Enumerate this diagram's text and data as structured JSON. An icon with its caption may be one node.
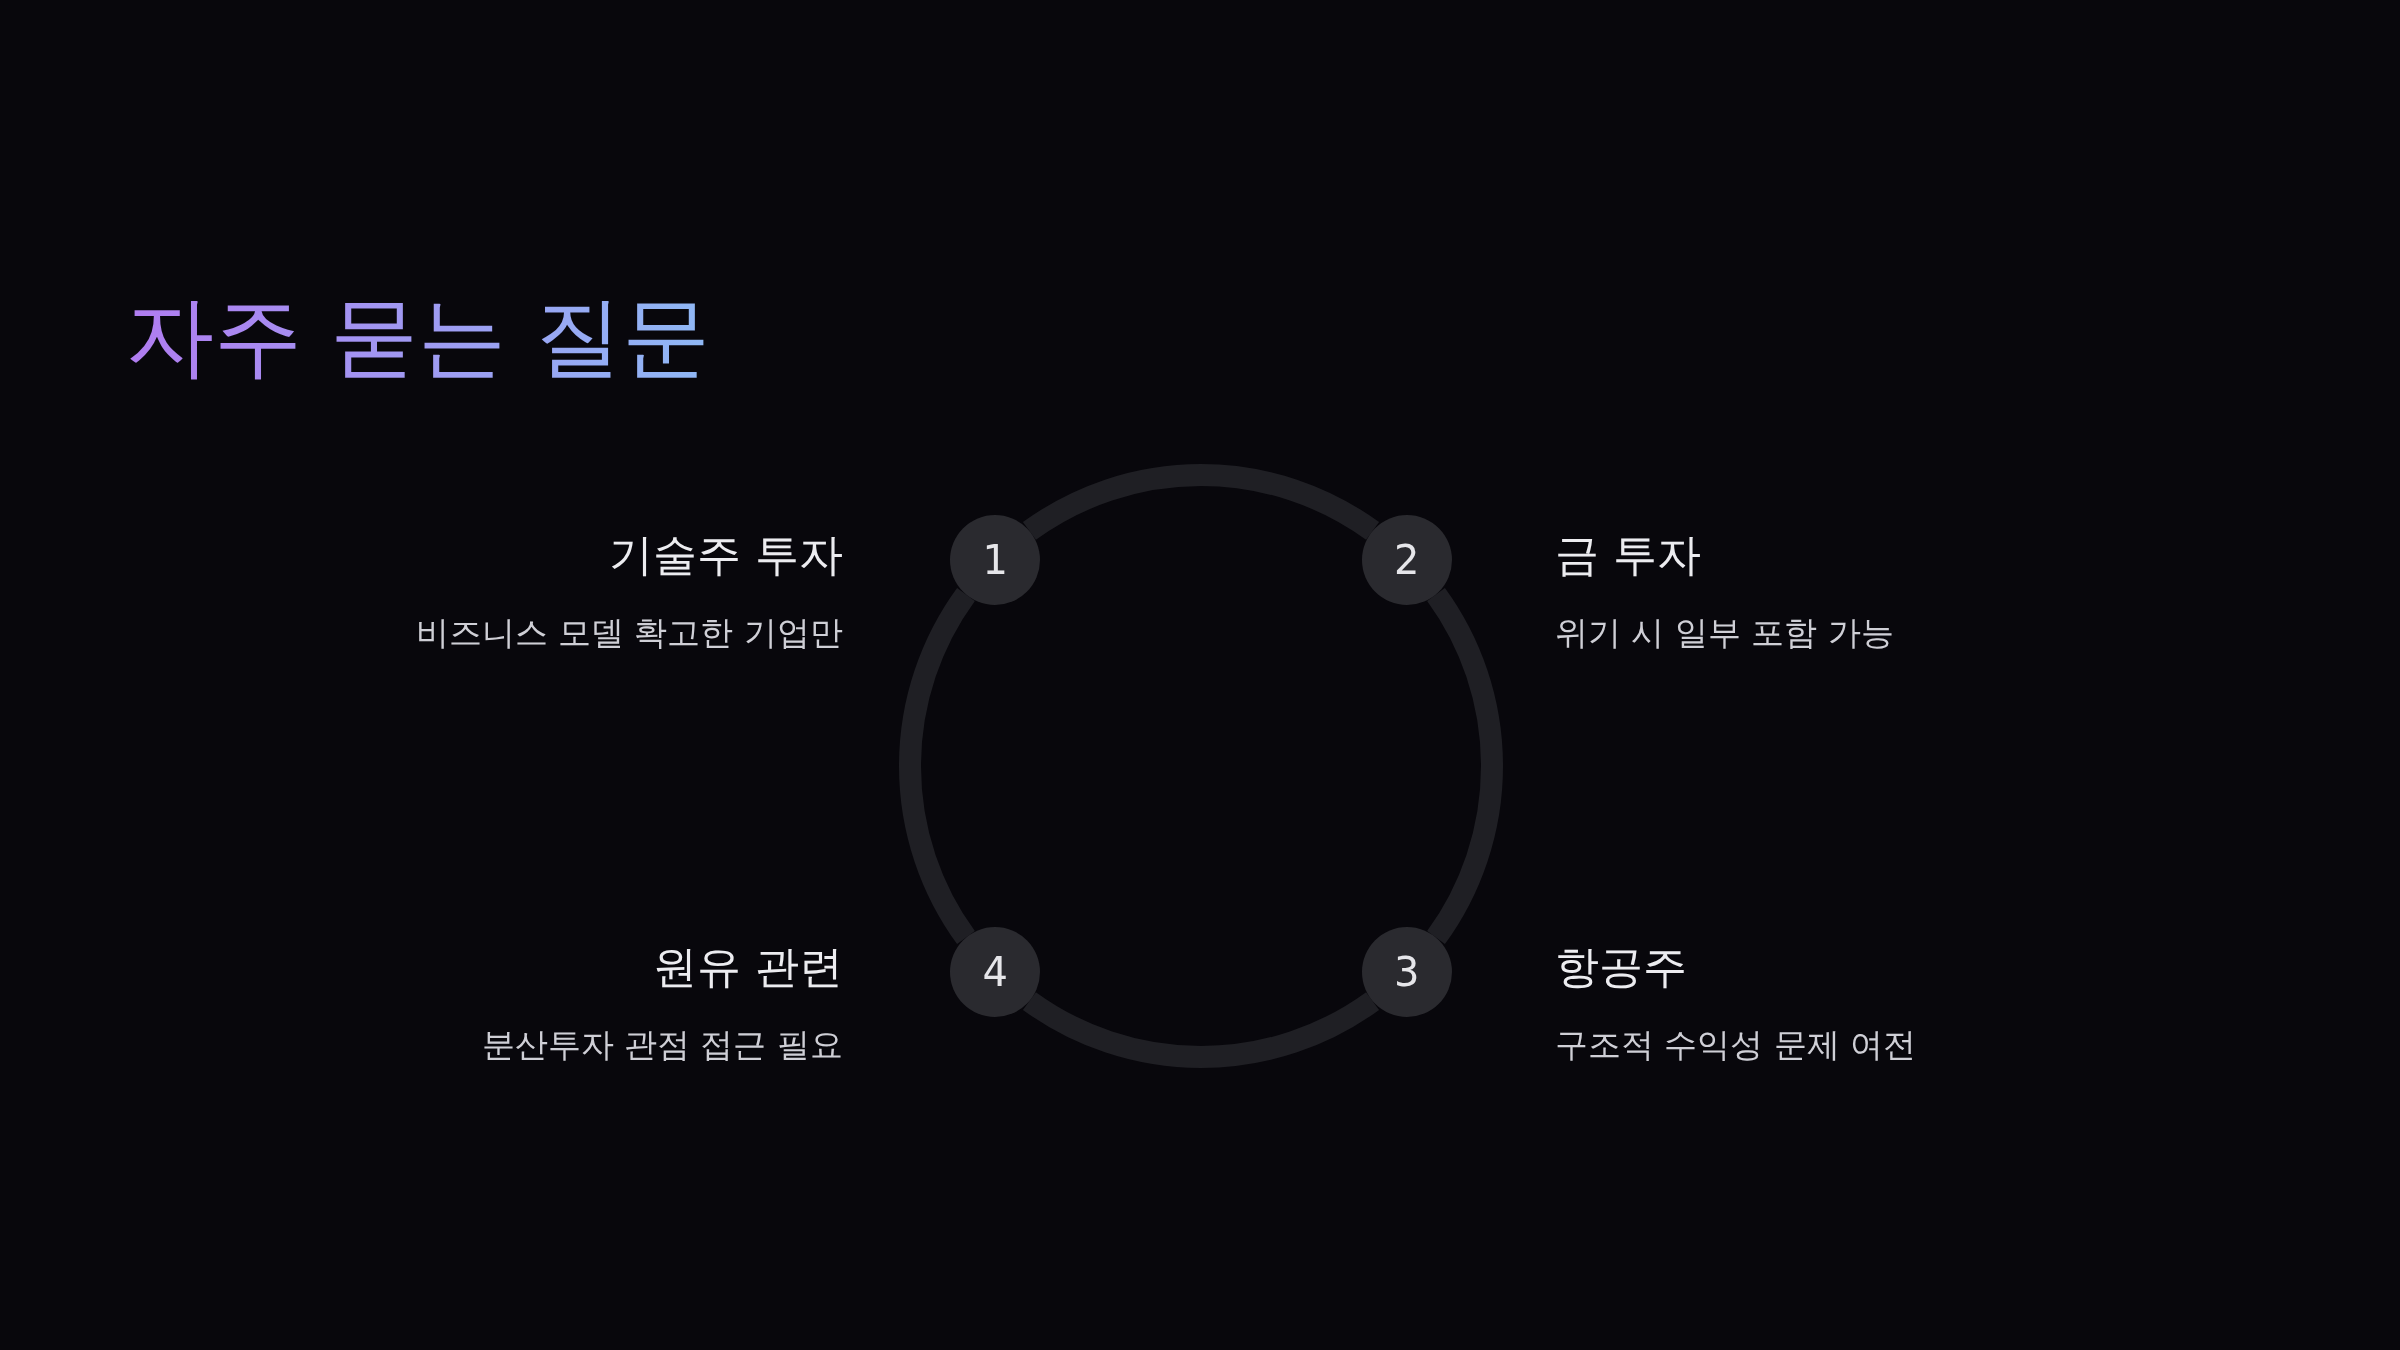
{
  "diagram": {
    "title": "자주 묻는 질문",
    "nodes": [
      {
        "text": [
          "1"
        ],
        "beside": [
          "기술주 투자",
          "비즈니스 모델 확고한 기업만"
        ]
      },
      {
        "text": [
          "2"
        ],
        "beside": [
          "금 투자",
          "위기 시 일부 포함 가능"
        ]
      },
      {
        "text": [
          "3"
        ],
        "beside": [
          "항공주",
          "구조적 수익성 문제 여전"
        ]
      },
      {
        "text": [
          "4"
        ],
        "beside": [
          "원유 관련",
          "분산투자 관점 접근 필요"
        ]
      }
    ],
    "edges": [
      {
        "from": 0,
        "to": 1,
        "arrow": "none"
      },
      {
        "from": 1,
        "to": 2,
        "arrow": "none"
      },
      {
        "from": 2,
        "to": 3,
        "arrow": "none"
      },
      {
        "from": 3,
        "to": 0,
        "arrow": "none"
      }
    ]
  }
}
